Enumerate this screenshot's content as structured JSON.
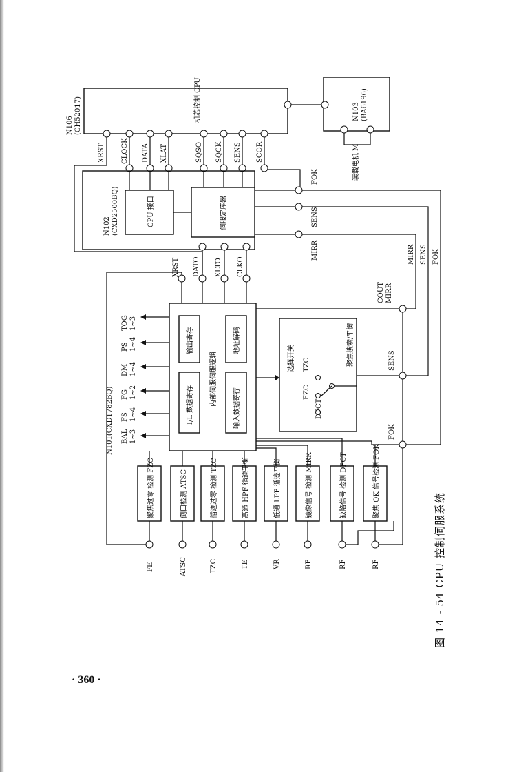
{
  "figure": {
    "caption": "图 14 - 54   CPU 控制伺服系统",
    "page_number": "· 360 ·"
  },
  "chips": {
    "n106_id": "N106",
    "n106_part": "(CH52017)",
    "n106_func": "机芯控制 CPU",
    "n103_id": "N103",
    "n103_part": "(BA6196)",
    "n103_load": "装载电机 M",
    "n102_id": "N102",
    "n102_part": "(CXD2500BQ)",
    "n102_cpu_if": "CPU 接口",
    "n102_servo": "伺服定序器",
    "n101_id": "N101(CXD1782BQ)",
    "n101_logic": "内部伺服伺服逻辑",
    "n101_out_reg": "输出寄存",
    "n101_addr": "地址解码",
    "n101_il": "I/L 数据寄存",
    "n101_in_reg": "输入数据寄存",
    "mux_title": "选择开关",
    "mux_dfct": "DFCT",
    "mux_fzc": "FZC",
    "mux_tzc": "TZC",
    "mux_note": "聚焦搜索/平衡"
  },
  "signals": {
    "xrst": "XRST",
    "clock": "CLOCK",
    "data": "DATA",
    "xlat": "XLAT",
    "sqso": "SQSO",
    "sqck": "SQCK",
    "sens": "SENS",
    "scor": "SCOR",
    "fok": "FOK",
    "mirr": "MIRR",
    "dato": "DATO",
    "xlto": "XLTO",
    "clko": "CLKO",
    "cout_mirr_1": "COUT",
    "cout_mirr_2": "MIRR"
  },
  "outputs": [
    {
      "name": "TOG",
      "range": "1~3"
    },
    {
      "name": "PS",
      "range": "1~4"
    },
    {
      "name": "DM",
      "range": "1~4"
    },
    {
      "name": "FG",
      "range": "1~2"
    },
    {
      "name": "FS",
      "range": "1~4"
    },
    {
      "name": "BAL",
      "range": "1~3"
    }
  ],
  "detectors": [
    {
      "text": "聚焦过零 检测 FZC",
      "input": "FE"
    },
    {
      "text": "倒口检测 ATSC",
      "input": "ATSC"
    },
    {
      "text": "循迹过零 检测 TZC",
      "input": "TZC"
    },
    {
      "text": "高通 HPF 循迹平衡",
      "input": "TE"
    },
    {
      "text": "低通 LPF 循迹平衡",
      "input": "VR"
    },
    {
      "text": "镜像信号 检测 MIRR",
      "input": "RF"
    },
    {
      "text": "缺陷信号 检测 DFCT",
      "input": "RF"
    },
    {
      "text": "聚焦 OK 信号检测 FOK",
      "input": "RF"
    }
  ]
}
